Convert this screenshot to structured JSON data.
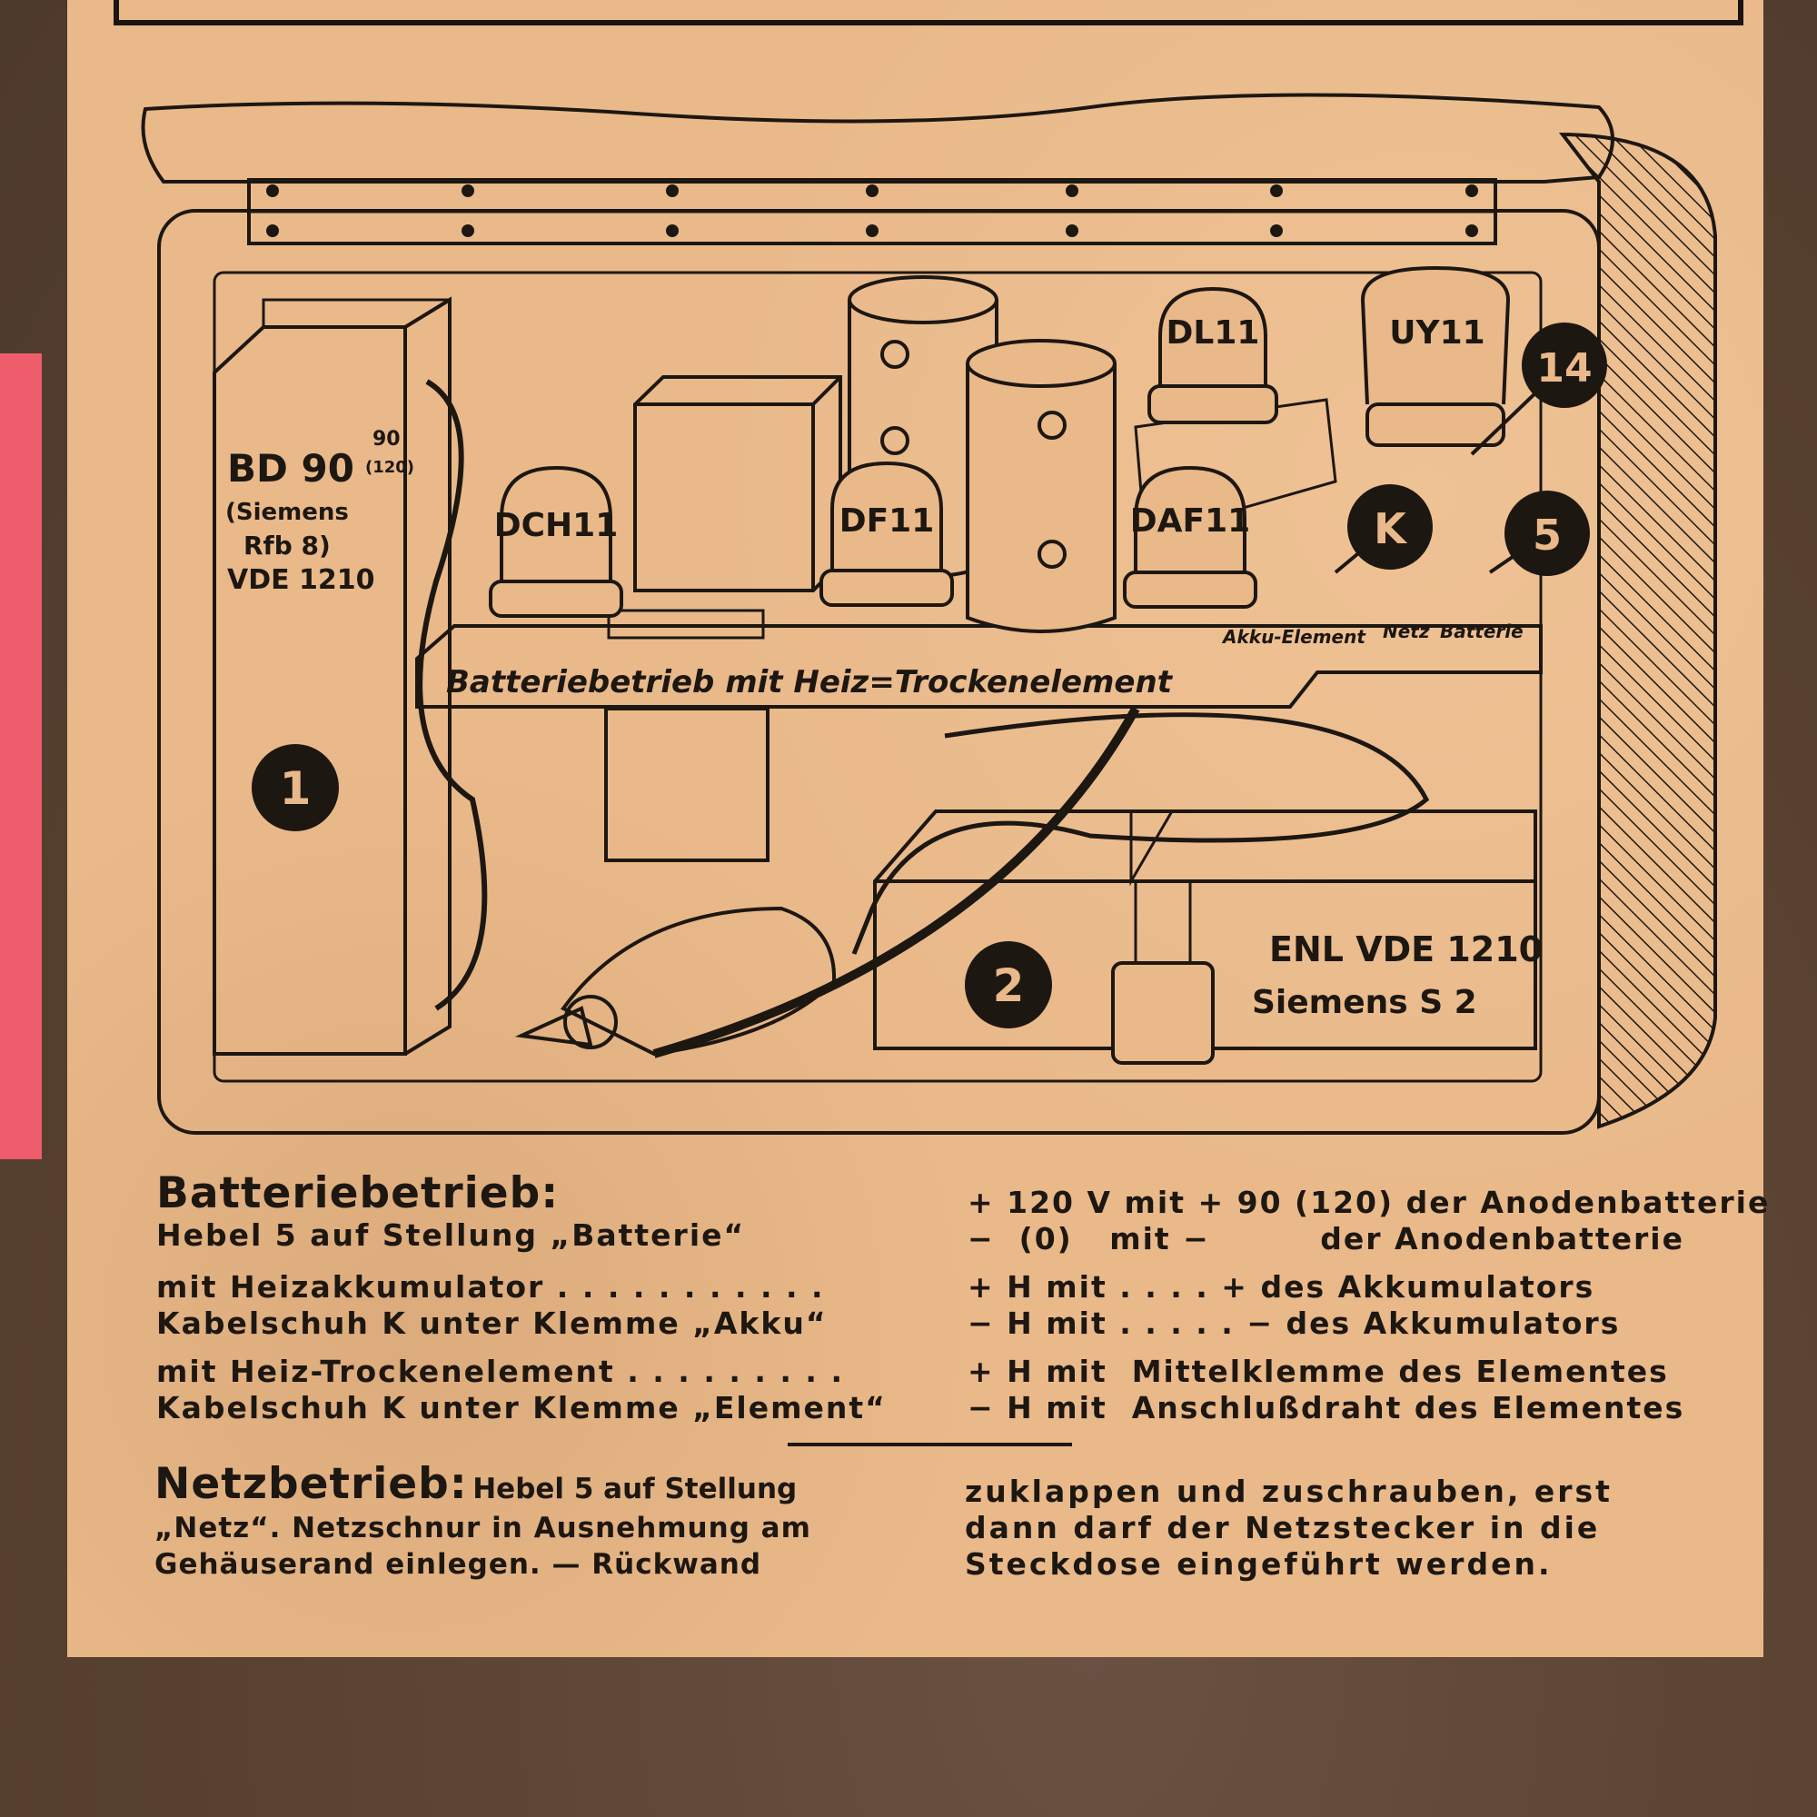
{
  "diagram": {
    "battery_1": {
      "label_line1": "BD 90",
      "label_line2": "(Siemens",
      "label_line3": "Rfb 8)",
      "label_line4": "VDE 1210",
      "terminal_label": "90",
      "terminal_label2": "(120)",
      "number": "1"
    },
    "battery_2": {
      "label_line1": "ENL VDE 1210",
      "label_line2": "Siemens S 2",
      "number": "2"
    },
    "tubes": [
      "DCH11",
      "DF11",
      "DAF11",
      "DL11",
      "UY11"
    ],
    "chassis_label": "Batteriebetrieb mit Heiz=Trockenelement",
    "markers": {
      "k": "K",
      "five": "5",
      "fourteen": "14"
    },
    "switch_labels": {
      "akku_element": "Akku-Element",
      "netz": "Netz",
      "batterie": "Batterie"
    }
  },
  "battery_section": {
    "heading": "Batteriebetrieb:",
    "lines_left": [
      "Hebel 5 auf Stellung „Batterie“",
      "mit Heizakkumulator . . . . . . . . . . .",
      "Kabelschuh K unter Klemme „Akku“",
      "mit Heiz-Trockenelement . . . . . . . . .",
      "Kabelschuh K unter Klemme „Element“"
    ],
    "lines_right": [
      "+ 120 V mit + 90 (120) der Anodenbatterie",
      "−  (0)   mit −         der Anodenbatterie",
      "+ H mit . . . . + des Akkumulators",
      "− H mit . . . . . − des Akkumulators",
      "+ H mit  Mittelklemme des Elementes",
      "− H mit  Anschlußdraht des Elementes"
    ]
  },
  "mains_section": {
    "heading": "Netzbetrieb:",
    "left_line1": "Hebel 5 auf Stellung",
    "left_line2": "„Netz“. Netzschnur in Ausnehmung am",
    "left_line3": "Gehäuserand einlegen. — Rückwand",
    "right_line1": "zuklappen und zuschrauben, erst",
    "right_line2": "dann darf der Netzstecker in die",
    "right_line3": "Steckdose eingeführt werden."
  },
  "colors": {
    "paper": "#e9b98a",
    "ink": "#1d1712",
    "board": "#5d4637",
    "pink_tab": "#ef5d6c"
  }
}
